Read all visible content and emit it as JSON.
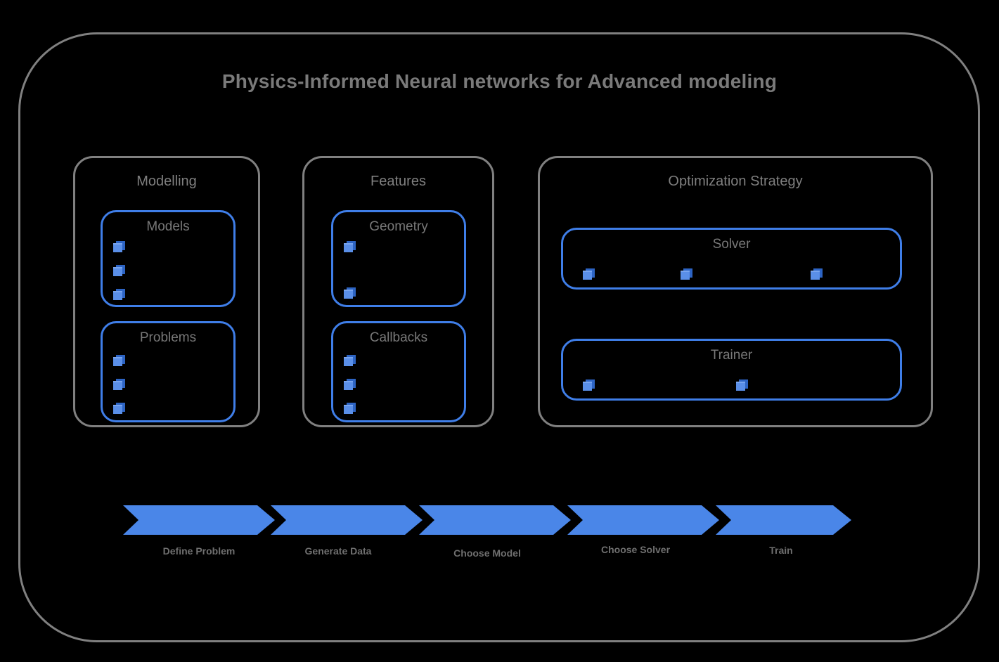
{
  "diagram": {
    "title": "Physics-Informed Neural networks for Advanced modeling",
    "colors": {
      "background": "#000000",
      "frame_border": "#808080",
      "group_border": "#808080",
      "sub_border": "#3f7ee8",
      "title_text": "#7a7a7a",
      "group_text": "#7f7f7f",
      "sub_text": "#787878",
      "chevron_fill": "#4a86e8",
      "chevron_label": "#6f6f6f",
      "cube_front": "#5a8fe8",
      "cube_back": "#2d64c4"
    }
  },
  "groups": [
    {
      "name": "modelling",
      "label": "Modelling",
      "boxes": [
        {
          "name": "models",
          "label": "Models",
          "item_icon": "cube-icon",
          "item_count": 3,
          "items": [
            "",
            "",
            ""
          ],
          "layout": "vertical"
        },
        {
          "name": "problems",
          "label": "Problems",
          "item_icon": "cube-icon",
          "item_count": 3,
          "items": [
            "",
            "",
            ""
          ],
          "layout": "vertical"
        }
      ]
    },
    {
      "name": "features",
      "label": "Features",
      "boxes": [
        {
          "name": "geometry",
          "label": "Geometry",
          "item_icon": "cube-icon",
          "item_count": 2,
          "items": [
            "",
            ""
          ],
          "layout": "vertical"
        },
        {
          "name": "callbacks",
          "label": "Callbacks",
          "item_icon": "cube-icon",
          "item_count": 3,
          "items": [
            "",
            "",
            ""
          ],
          "layout": "vertical"
        }
      ]
    },
    {
      "name": "optimization-strategy",
      "label": "Optimization Strategy",
      "boxes": [
        {
          "name": "solver",
          "label": "Solver",
          "item_icon": "cube-icon",
          "item_count": 3,
          "items": [
            "",
            "",
            ""
          ],
          "layout": "horizontal"
        },
        {
          "name": "trainer",
          "label": "Trainer",
          "item_icon": "cube-icon",
          "item_count": 2,
          "items": [
            "",
            ""
          ],
          "layout": "horizontal"
        }
      ]
    }
  ],
  "pipeline": {
    "name": "workflow-pipeline",
    "steps": [
      {
        "label": "Define Problem"
      },
      {
        "label": "Generate Data"
      },
      {
        "label": "Choose Model"
      },
      {
        "label": "Choose Solver"
      },
      {
        "label": "Train"
      }
    ]
  }
}
